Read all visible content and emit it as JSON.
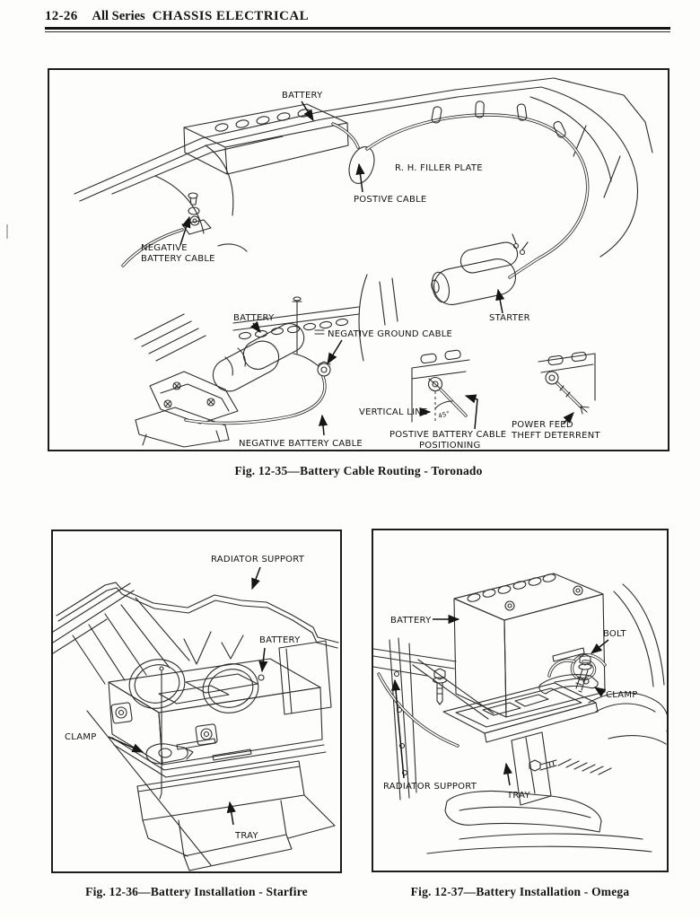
{
  "header": {
    "page_number": "12-26",
    "series": "All Series",
    "title": "CHASSIS ELECTRICAL"
  },
  "figures": {
    "fig35": {
      "caption": "Fig. 12-35—Battery Cable Routing - Toronado",
      "labels": {
        "battery_top": "BATTERY",
        "rh_filler_plate": "R. H. FILLER PLATE",
        "positive_cable": "POSTIVE CABLE",
        "negative_1": "NEGATIVE",
        "negative_2": "BATTERY CABLE",
        "battery_mid": "BATTERY",
        "negative_ground": "NEGATIVE GROUND CABLE",
        "starter": "STARTER",
        "negative_bottom": "NEGATIVE BATTERY CABLE",
        "vertical_line": "VERTICAL LINE",
        "angle": "45°",
        "positioning_1": "POSTIVE BATTERY CABLE",
        "positioning_2": "POSITIONING",
        "power_feed_1": "POWER FEED",
        "power_feed_2": "THEFT DETERRENT"
      }
    },
    "fig36": {
      "caption": "Fig. 12-36—Battery Installation - Starfire",
      "labels": {
        "radiator_support": "RADIATOR SUPPORT",
        "battery": "BATTERY",
        "clamp": "CLAMP",
        "tray": "TRAY"
      }
    },
    "fig37": {
      "caption": "Fig. 12-37—Battery Installation - Omega",
      "labels": {
        "battery": "BATTERY",
        "bolt": "BOLT",
        "clamp": "CLAMP",
        "radiator_support": "RADIATOR SUPPORT",
        "tray": "TRAY"
      }
    }
  }
}
